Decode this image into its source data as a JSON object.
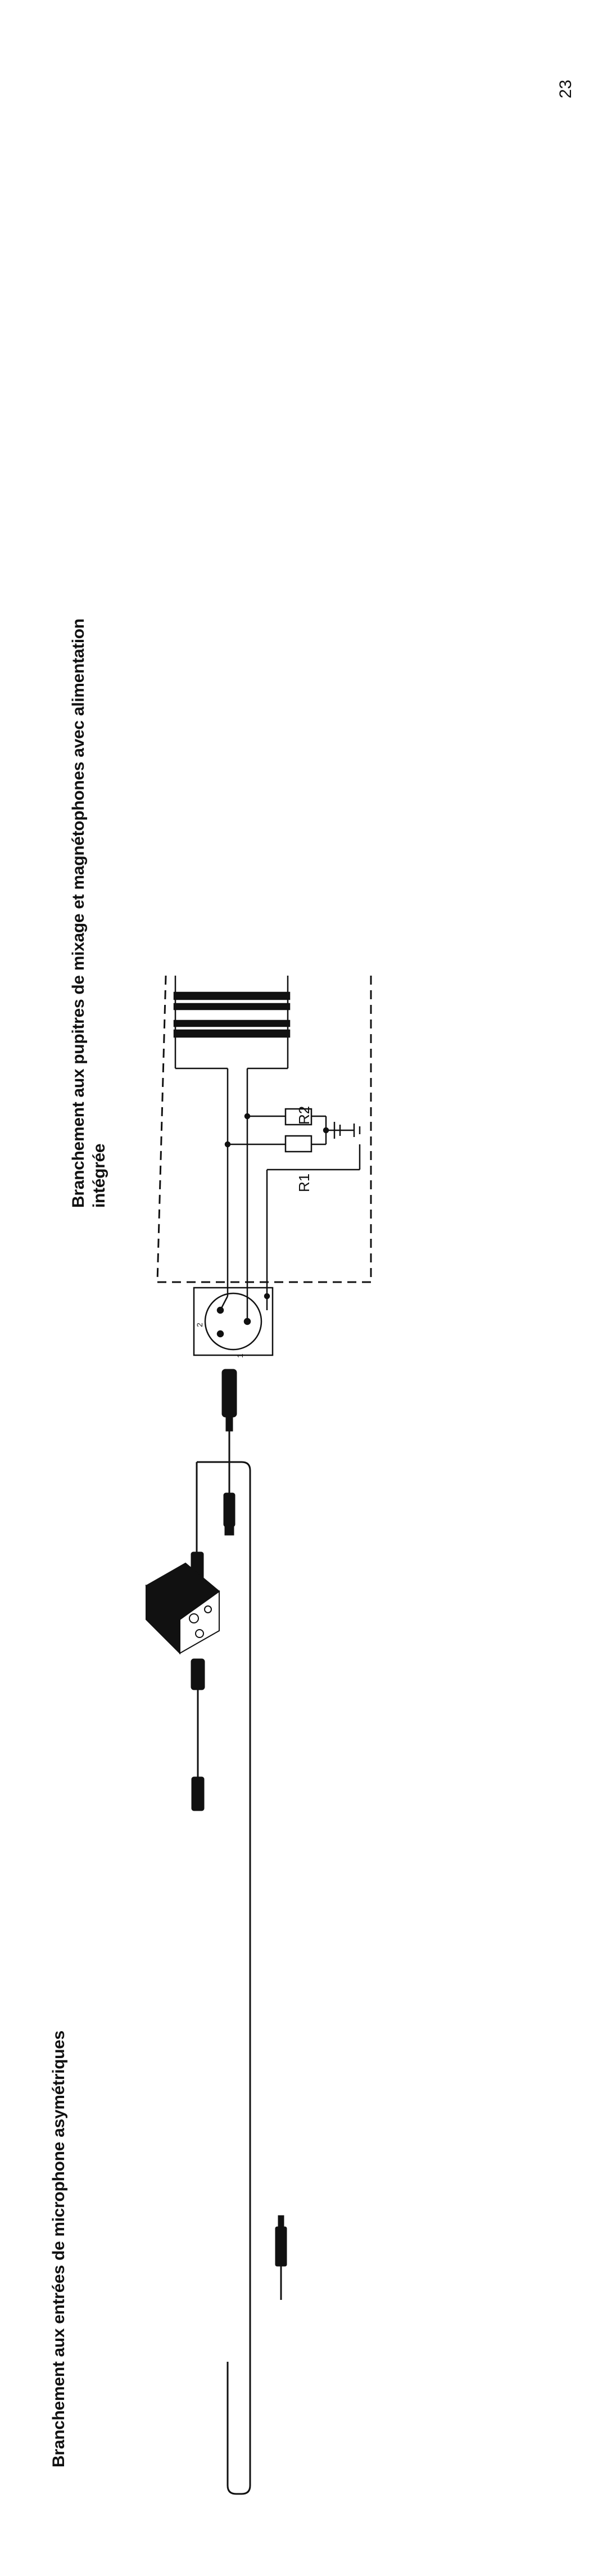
{
  "page": {
    "number": "23"
  },
  "section_unbalanced": {
    "title": "Branchement aux entrées de microphone asymétriques"
  },
  "section_mixers": {
    "title_line1": "Branchement aux pupitres de mixage et magnétophones avec alimentation",
    "title_line2": "intégrée"
  },
  "schematic": {
    "r1_label": "R1",
    "r2_label": "R2"
  },
  "colors": {
    "ink": "#111111",
    "background": "#ffffff"
  }
}
